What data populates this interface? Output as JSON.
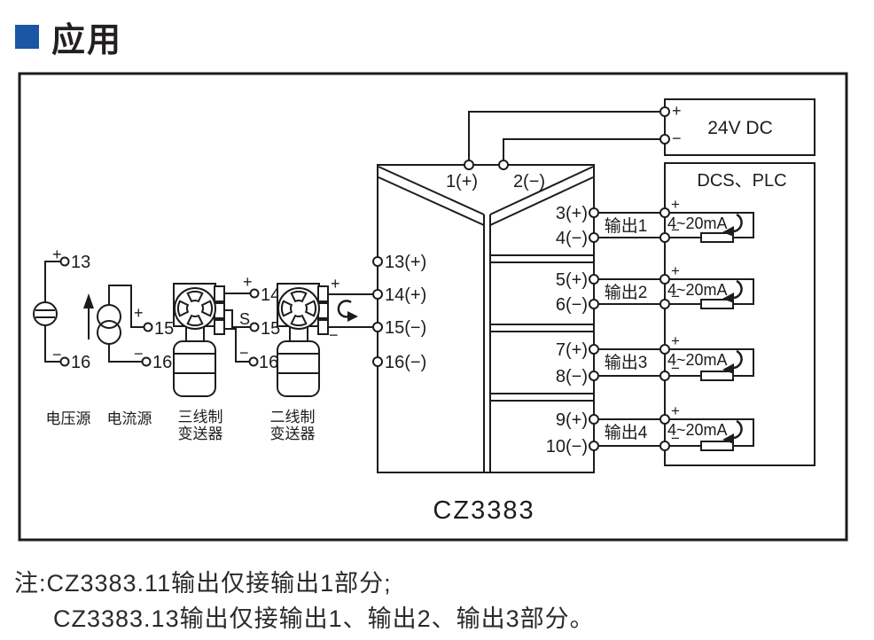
{
  "accent_color": "#1a56a4",
  "header": {
    "title": "应用"
  },
  "symbols": {
    "plus": "+",
    "minus": "−",
    "s": "S"
  },
  "device": {
    "name": "CZ3383",
    "terminals": {
      "t1": "1(+)",
      "t2": "2(−)",
      "t3": "3(+)",
      "t4": "4(−)",
      "t5": "5(+)",
      "t6": "6(−)",
      "t7": "7(+)",
      "t8": "8(−)",
      "t9": "9(+)",
      "t10": "10(−)",
      "t13": "13(+)",
      "t14": "14(+)",
      "t15": "15(−)",
      "t16": "16(−)"
    }
  },
  "power_supply": {
    "label": "24V DC"
  },
  "control_system": {
    "label": "DCS、PLC"
  },
  "outputs": [
    {
      "label": "输出1",
      "signal": "4~20mA"
    },
    {
      "label": "输出2",
      "signal": "4~20mA"
    },
    {
      "label": "输出3",
      "signal": "4~20mA"
    },
    {
      "label": "输出4",
      "signal": "4~20mA"
    }
  ],
  "sources": {
    "voltage": {
      "caption": "电压源",
      "top_terminal": "13",
      "bottom_terminal": "16"
    },
    "current": {
      "caption": "电流源",
      "top_terminal": "15",
      "bottom_terminal": "16"
    },
    "three_wire": {
      "caption_line1": "三线制",
      "caption_line2": "变送器",
      "t_plus": "14",
      "t_s": "15",
      "t_minus": "16"
    },
    "two_wire": {
      "caption_line1": "二线制",
      "caption_line2": "变送器"
    }
  },
  "notes": {
    "line1": "注:CZ3383.11输出仅接输出1部分;",
    "line2": "CZ3383.13输出仅接输出1、输出2、输出3部分。"
  }
}
